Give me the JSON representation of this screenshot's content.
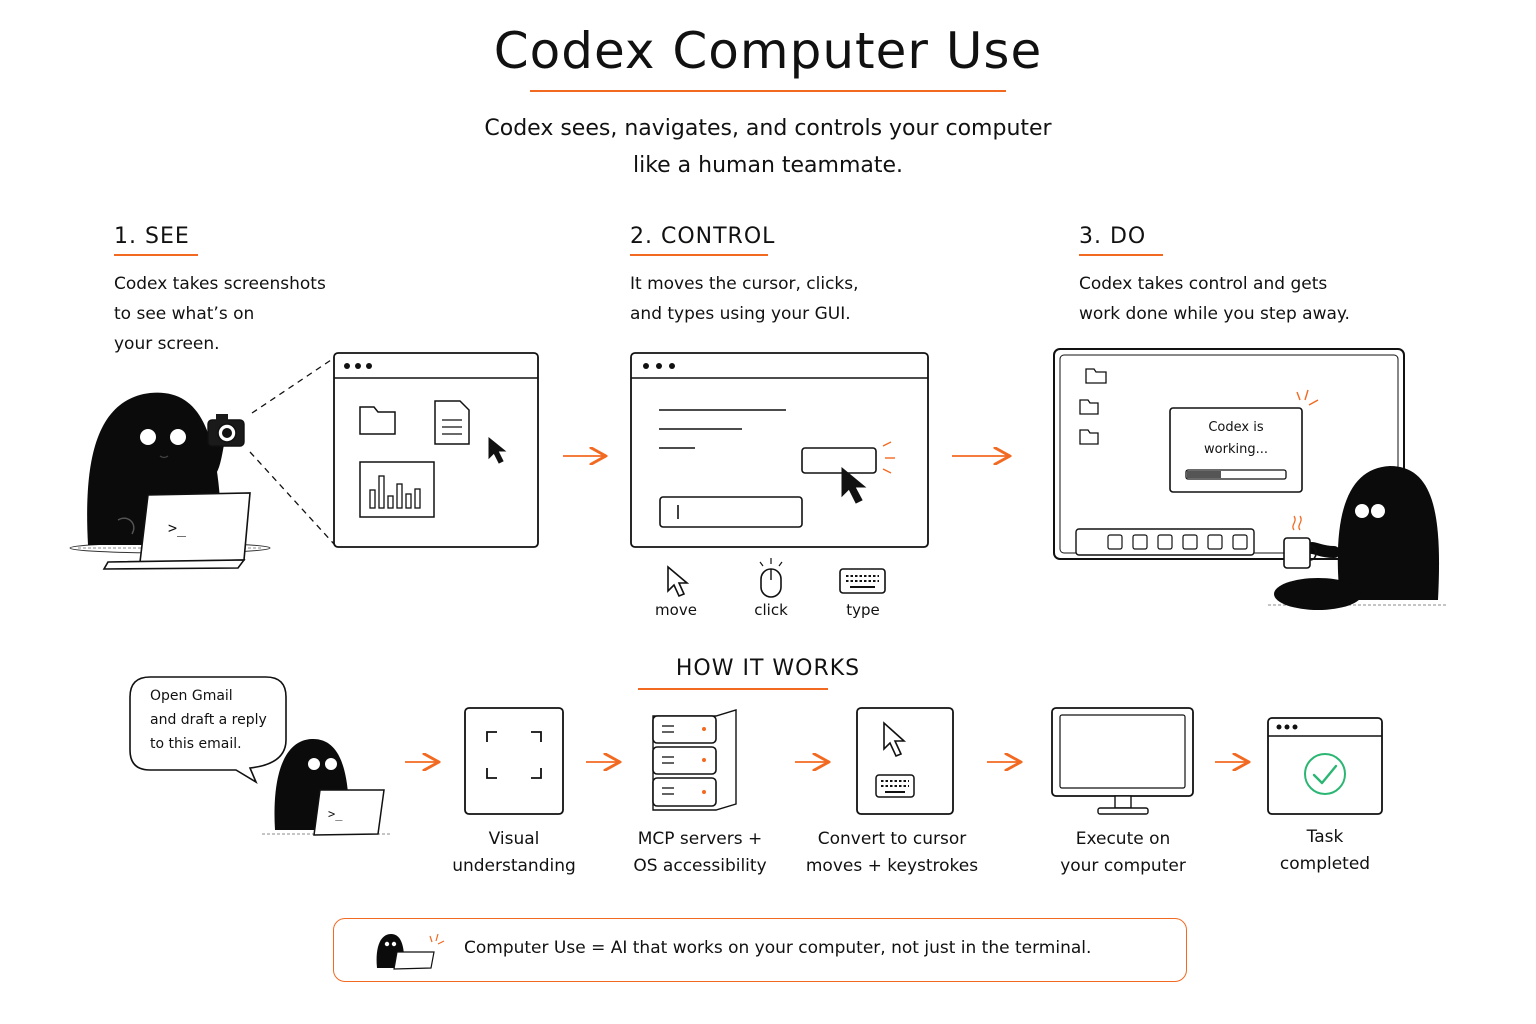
{
  "header": {
    "title": "Codex Computer Use",
    "subtitle_line1": "Codex sees, navigates, and controls your computer",
    "subtitle_line2": "like a human teammate."
  },
  "steps": [
    {
      "heading": "1. SEE",
      "lines": [
        "Codex takes screenshots",
        "to see what’s on",
        "your screen."
      ]
    },
    {
      "heading": "2. CONTROL",
      "lines": [
        "It moves the cursor, clicks,",
        "and types using your GUI."
      ]
    },
    {
      "heading": "3. DO",
      "lines": [
        "Codex takes control and gets",
        "work done while you step away."
      ]
    }
  ],
  "control_actions": [
    "move",
    "click",
    "type"
  ],
  "do_screen": {
    "status_line1": "Codex is",
    "status_line2": "working...",
    "progress": 0.35
  },
  "terminal_prompt": ">_",
  "how_it_works": {
    "heading": "HOW IT WORKS",
    "prompt": [
      "Open Gmail",
      "and draft a reply",
      "to this email."
    ],
    "stages": [
      [
        "Visual",
        "understanding"
      ],
      [
        "MCP servers +",
        "OS accessibility"
      ],
      [
        "Convert to cursor",
        "moves + keystrokes"
      ],
      [
        "Execute on",
        "your computer"
      ],
      [
        "Task",
        "completed"
      ]
    ]
  },
  "footer": {
    "text": "Computer Use = AI that works on your computer, not just in the terminal."
  },
  "colors": {
    "accent": "#f26a21",
    "ink": "#111111",
    "success": "#2bb673"
  },
  "icons": [
    "camera-icon",
    "folder-icon",
    "document-icon",
    "bar-chart-icon",
    "cursor-icon",
    "mouse-icon",
    "keyboard-icon",
    "server-icon",
    "monitor-icon",
    "check-icon",
    "coffee-mug-icon",
    "focus-frame-icon"
  ]
}
